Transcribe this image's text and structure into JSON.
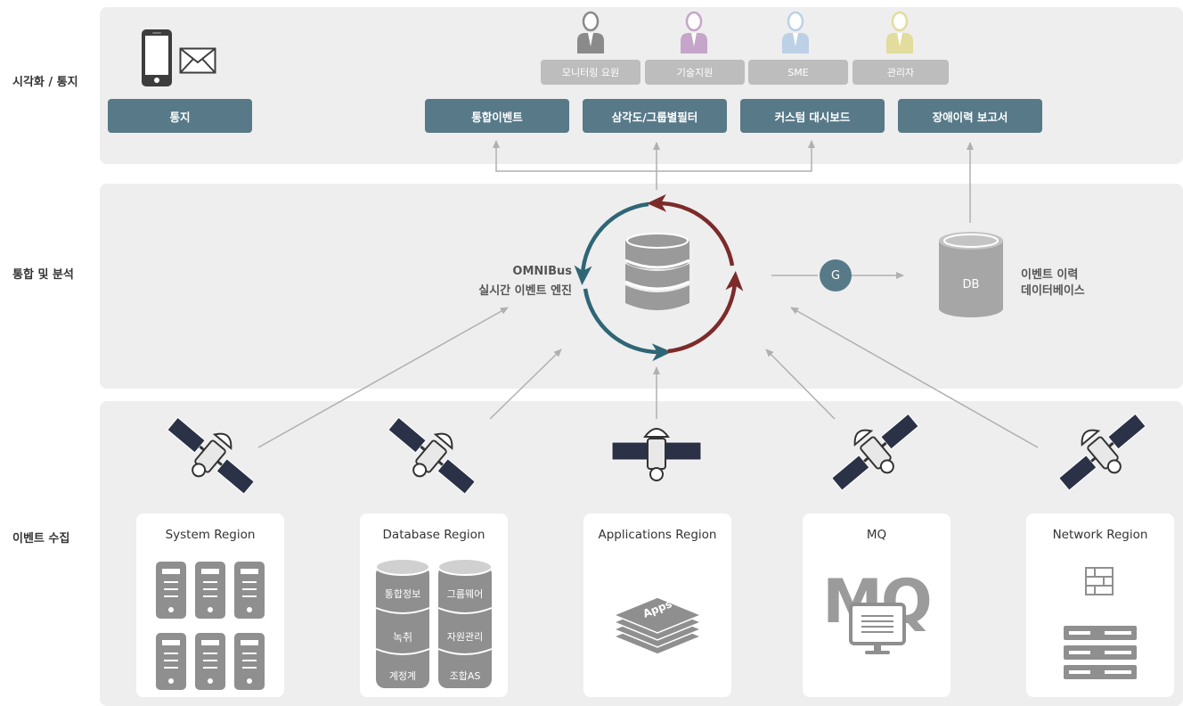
{
  "rows": {
    "visualization": "시각화 / 통지",
    "integration": "통합 및 분석",
    "collection": "이벤트 수집"
  },
  "top": {
    "notify_button": "통지",
    "buttons": [
      "통합이벤트",
      "삼각도/그룹별필터",
      "커스텀 대시보드",
      "장애이력 보고서"
    ],
    "roles": [
      "모니터링 요원",
      "기술지원",
      "SME",
      "관리자"
    ]
  },
  "engine": {
    "title": "OMNIBus",
    "subtitle": "실시간 이벤트 엔진",
    "gateway": "G",
    "db_label": "DB",
    "db_caption_1": "이벤트 이력",
    "db_caption_2": "데이터베이스"
  },
  "regions": [
    {
      "title": "System Region"
    },
    {
      "title": "Database Region",
      "dbs": [
        "통합정보",
        "녹취",
        "계정계",
        "그룹웨어",
        "자원관리",
        "조합AS"
      ]
    },
    {
      "title": "Applications Region",
      "apps_text": "Apps"
    },
    {
      "title": "MQ",
      "mq_text": "MQ"
    },
    {
      "title": "Network Region"
    }
  ],
  "colors": {
    "button": "#577988",
    "role_tag": "#bdbdbd",
    "panel": "#eeeeee",
    "cycle_teal": "#2e6676",
    "cycle_red": "#7c2a2a",
    "role_person_1": "#8a8a8a",
    "role_person_2": "#c5a5c9",
    "role_person_3": "#bcd0e6",
    "role_person_4": "#e2dc9d"
  }
}
